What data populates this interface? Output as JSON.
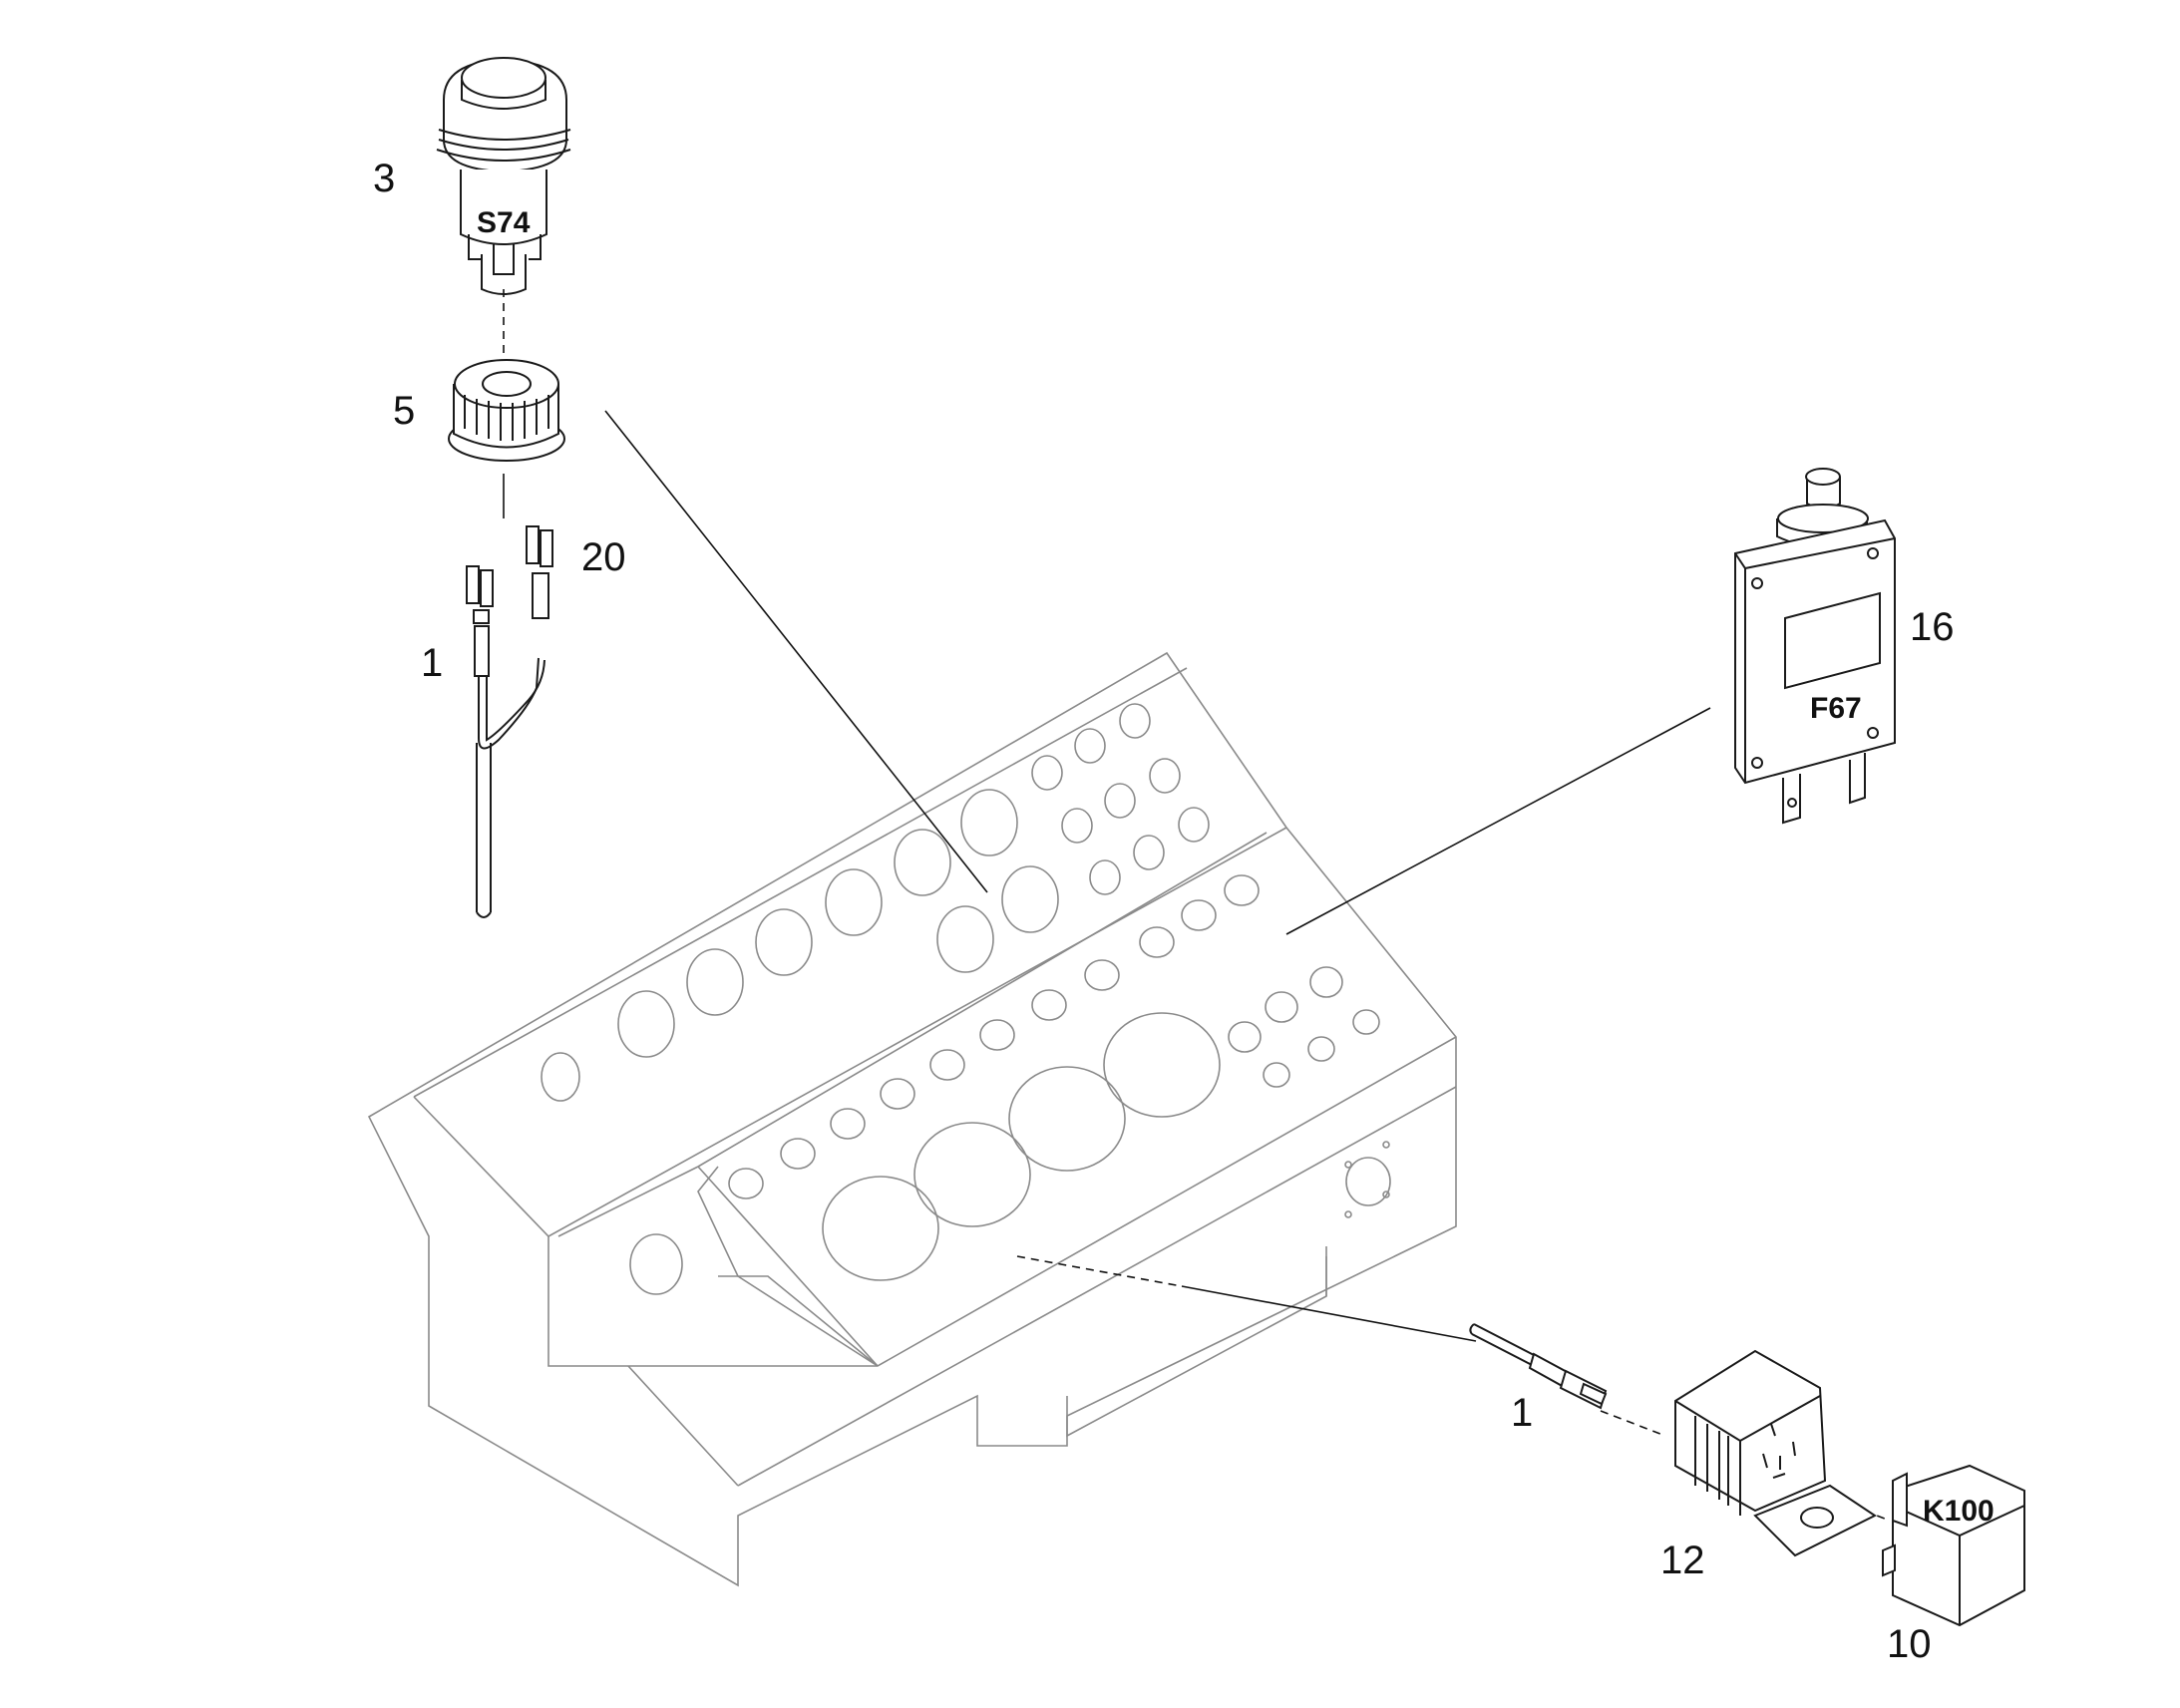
{
  "callouts": {
    "item_3": "3",
    "item_5": "5",
    "item_20": "20",
    "item_1_top": "1",
    "item_16": "16",
    "item_1_bottom": "1",
    "item_12": "12",
    "item_10": "10"
  },
  "component_codes": {
    "switch": "S74",
    "circuit_breaker": "F67",
    "relay": "K100"
  }
}
